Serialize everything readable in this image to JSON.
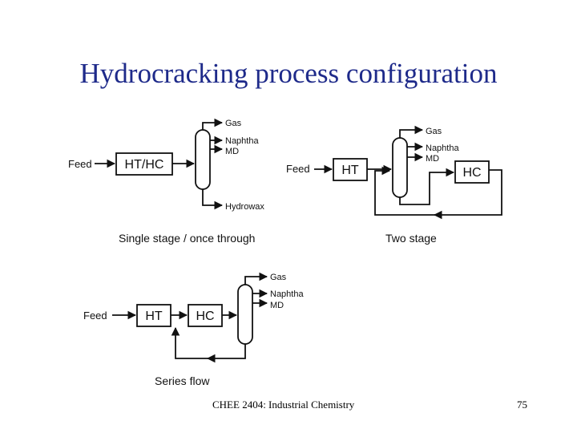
{
  "slide": {
    "title": "Hydrocracking process configuration",
    "footer_left": "CHEE 2404: Industrial Chemistry",
    "page_number": "75"
  },
  "diagrams": {
    "single_stage": {
      "feed": "Feed",
      "reactor": "HT/HC",
      "gas": "Gas",
      "naphtha": "Naphtha",
      "md": "MD",
      "bottoms": "Hydrowax",
      "caption": "Single stage / once through"
    },
    "two_stage": {
      "feed": "Feed",
      "reactor1": "HT",
      "reactor2": "HC",
      "gas": "Gas",
      "naphtha": "Naphtha",
      "md": "MD",
      "caption": "Two stage"
    },
    "series_flow": {
      "feed": "Feed",
      "reactor1": "HT",
      "reactor2": "HC",
      "gas": "Gas",
      "naphtha": "Naphtha",
      "md": "MD",
      "caption": "Series flow"
    }
  }
}
